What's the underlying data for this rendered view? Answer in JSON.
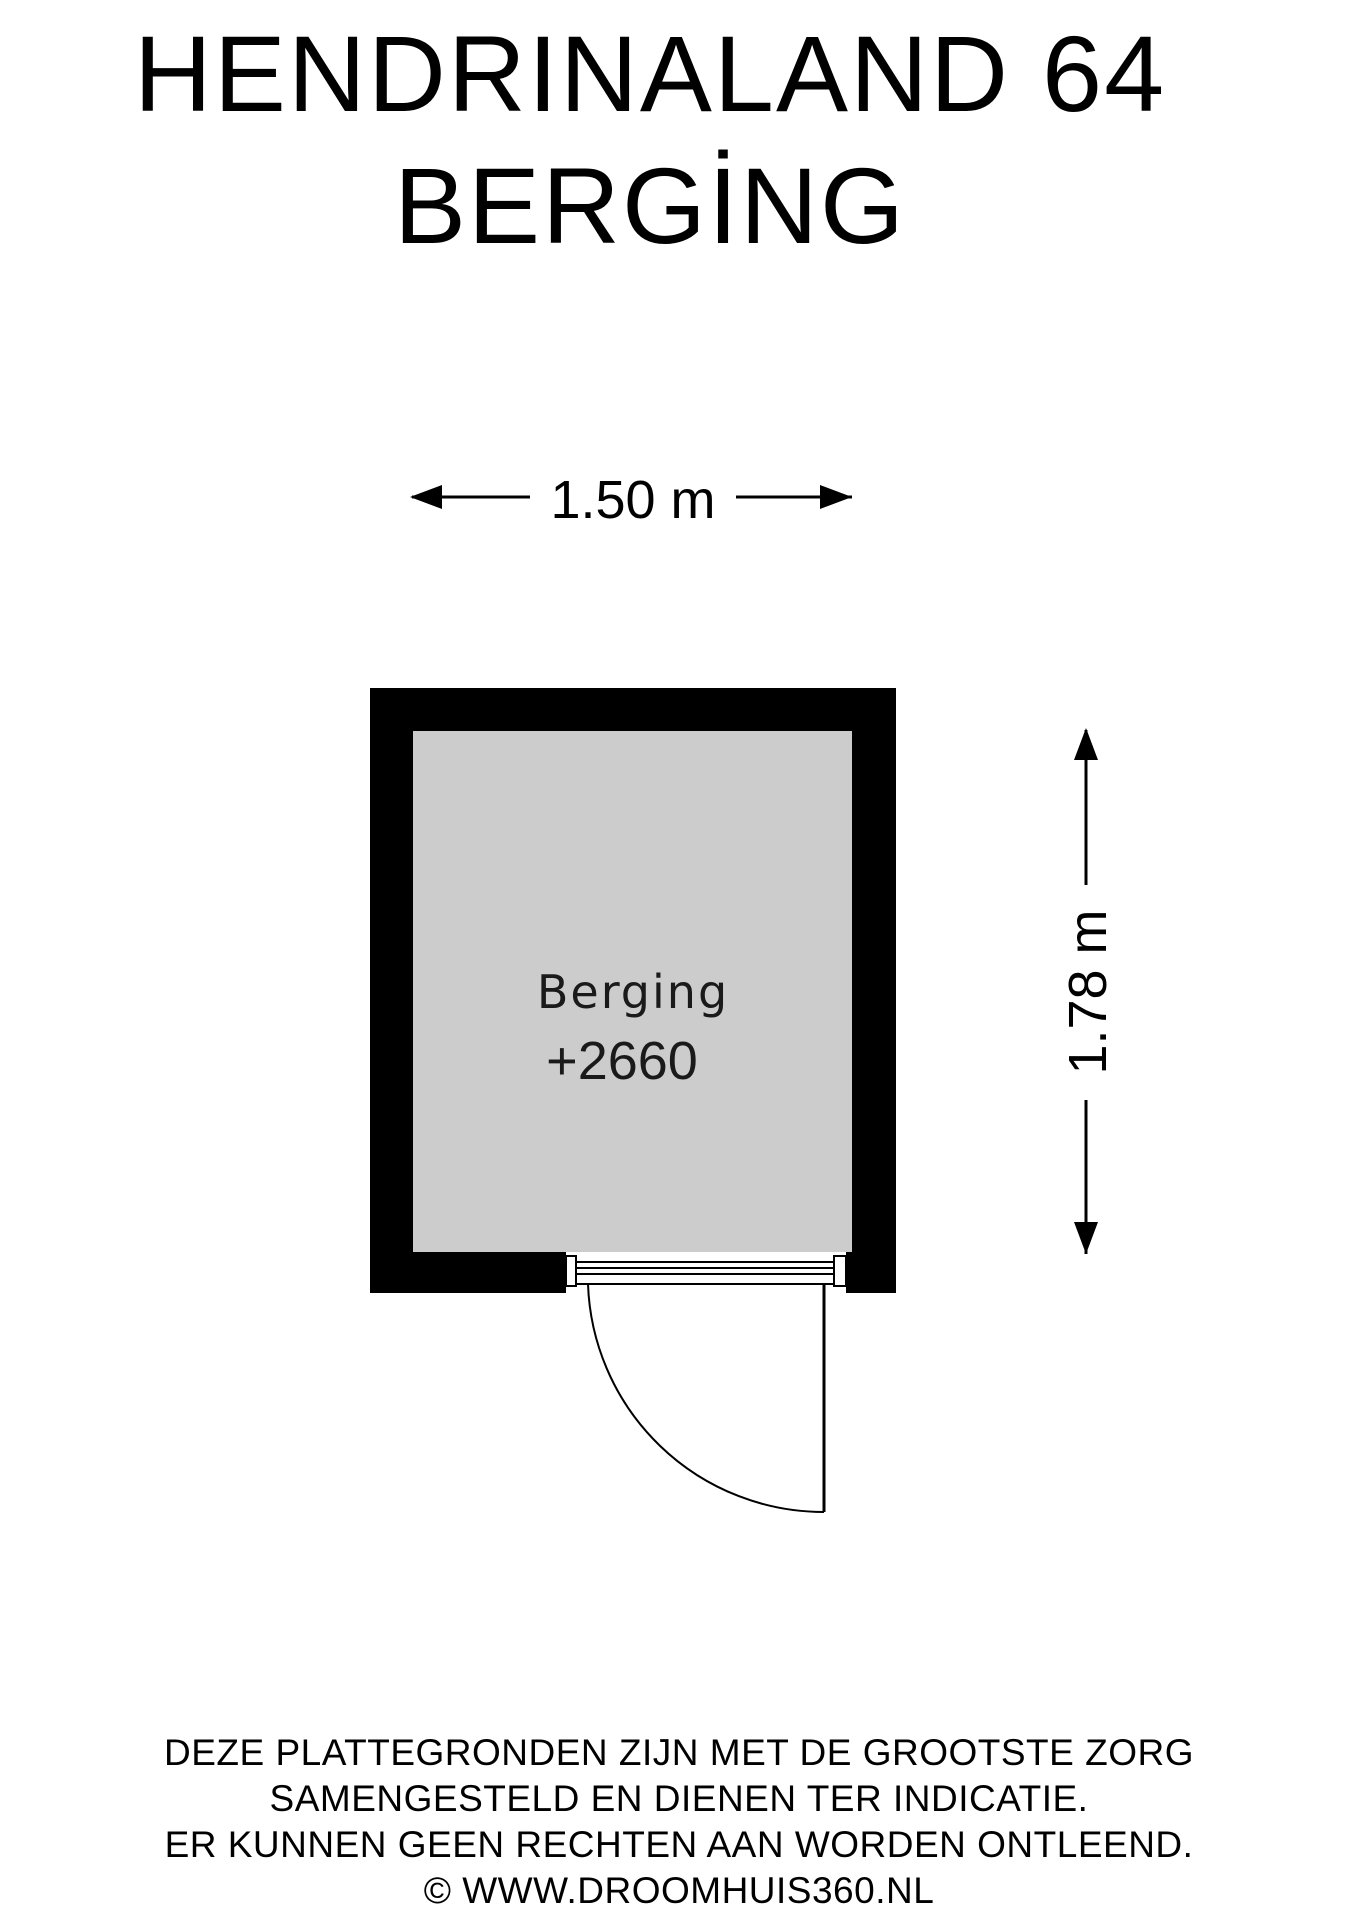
{
  "title": {
    "line1": "HENDRINALAND 64",
    "line2": "BERGİNG"
  },
  "dimensions": {
    "width_label": "1.50 m",
    "height_label": "1.78 m"
  },
  "room": {
    "name": "Berging",
    "level": "+2660",
    "fill_color": "#cccccc",
    "wall_color": "#000000"
  },
  "disclaimer": {
    "lines": [
      "DEZE PLATTEGRONDEN ZIJN MET DE GROOTSTE ZORG",
      "SAMENGESTELD EN DIENEN TER INDICATIE.",
      "ER KUNNEN GEEN RECHTEN AAN WORDEN ONTLEEND.",
      "© WWW.DROOMHUIS360.NL"
    ]
  }
}
